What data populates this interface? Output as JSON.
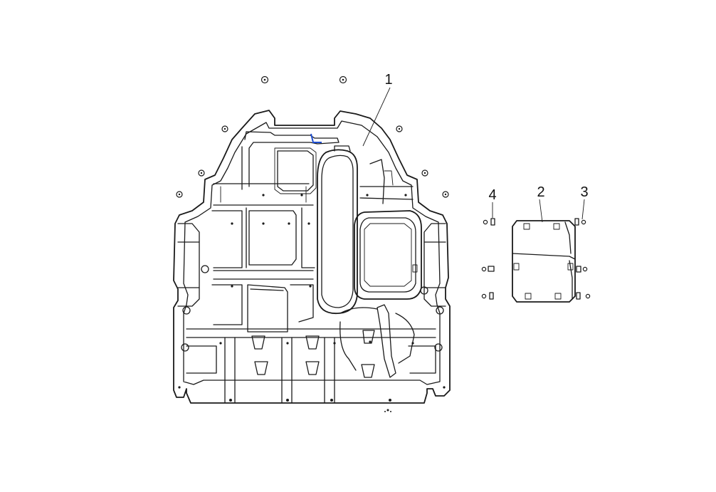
{
  "diagram": {
    "callouts": [
      {
        "id": "part-1",
        "label": "1"
      },
      {
        "id": "part-2",
        "label": "2"
      },
      {
        "id": "part-3",
        "label": "3"
      },
      {
        "id": "part-4",
        "label": "4"
      }
    ],
    "colors": {
      "line": "#1a1a1a",
      "background": "#ffffff",
      "marker": "#1f4fd1"
    }
  }
}
